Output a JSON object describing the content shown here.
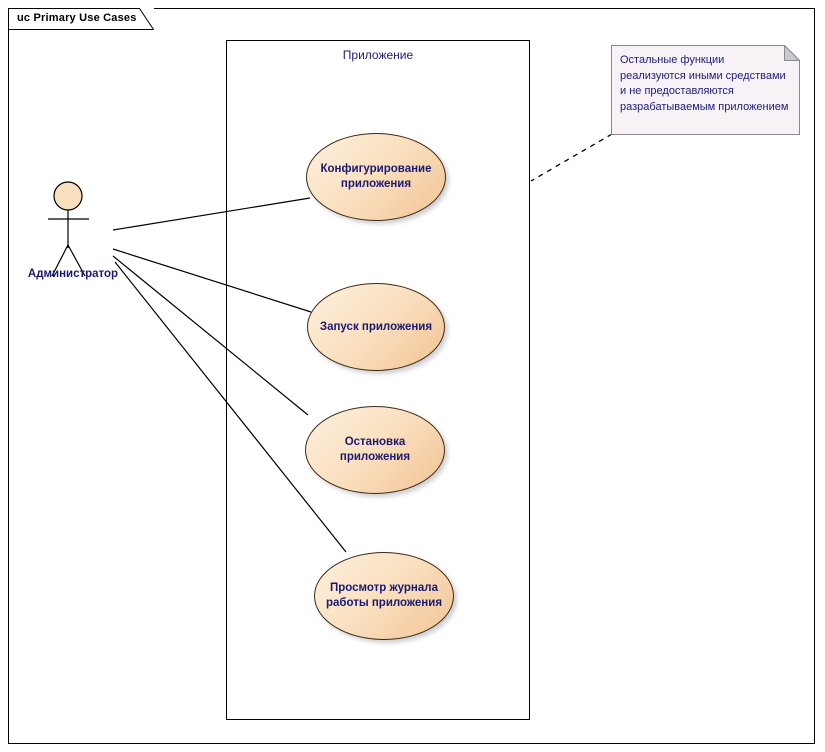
{
  "diagram": {
    "title_tab": "uc Primary Use Cases",
    "boundary_label": "Приложение",
    "actor": {
      "name": "Администратор"
    },
    "use_cases": [
      {
        "id": "configure",
        "label": "Конфигурирование\nприложения"
      },
      {
        "id": "start",
        "label": "Запуск приложения"
      },
      {
        "id": "stop",
        "label": "Остановка\nприложения"
      },
      {
        "id": "view-log",
        "label": "Просмотр журнала\nработы приложения"
      }
    ],
    "note": {
      "text": "Остальные функции реализуются иными средствами и не предоставляются разрабатываемым приложением"
    },
    "colors": {
      "usecase_fill_light": "#fdf0de",
      "usecase_fill_dark": "#f2c394",
      "usecase_border": "#3d2b14",
      "text_navy": "#1a1a70",
      "note_fill": "#f8f2f6",
      "note_border": "#8a8a8a",
      "line": "#000000"
    }
  }
}
